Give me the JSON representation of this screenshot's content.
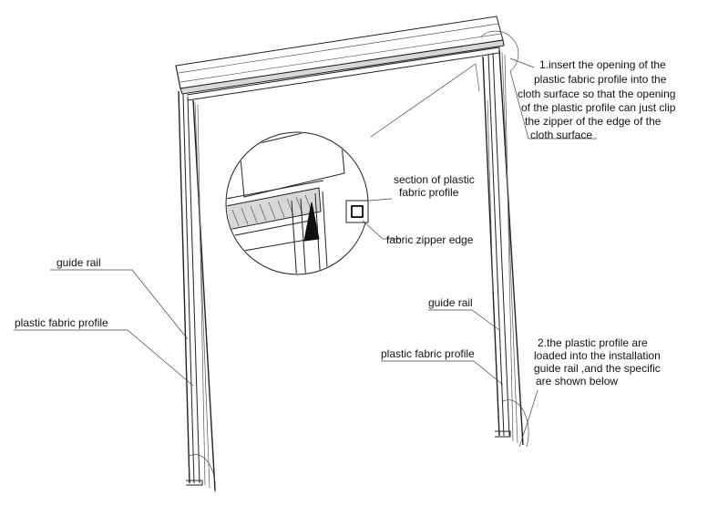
{
  "annotations": {
    "note1": [
      "1.insert the opening of the",
      "plastic fabric profile into the",
      "cloth surface so that the opening",
      "of the plastic profile can just clip",
      "the zipper of the edge of the",
      "cloth surface"
    ],
    "section_label": [
      "section of plastic",
      "fabric profile"
    ],
    "zipper_label": "fabric zipper edge",
    "left_guide_rail": "guide rail",
    "left_profile": "plastic fabric profile",
    "right_guide_rail": "guide rail",
    "right_profile": "plastic fabric profile",
    "note2": [
      "2.the plastic profile are",
      "loaded into the installation",
      "guide rail ,and the specific",
      "are shown below"
    ]
  },
  "colors": {
    "line": "#222222",
    "text": "#111111",
    "background": "#ffffff"
  }
}
